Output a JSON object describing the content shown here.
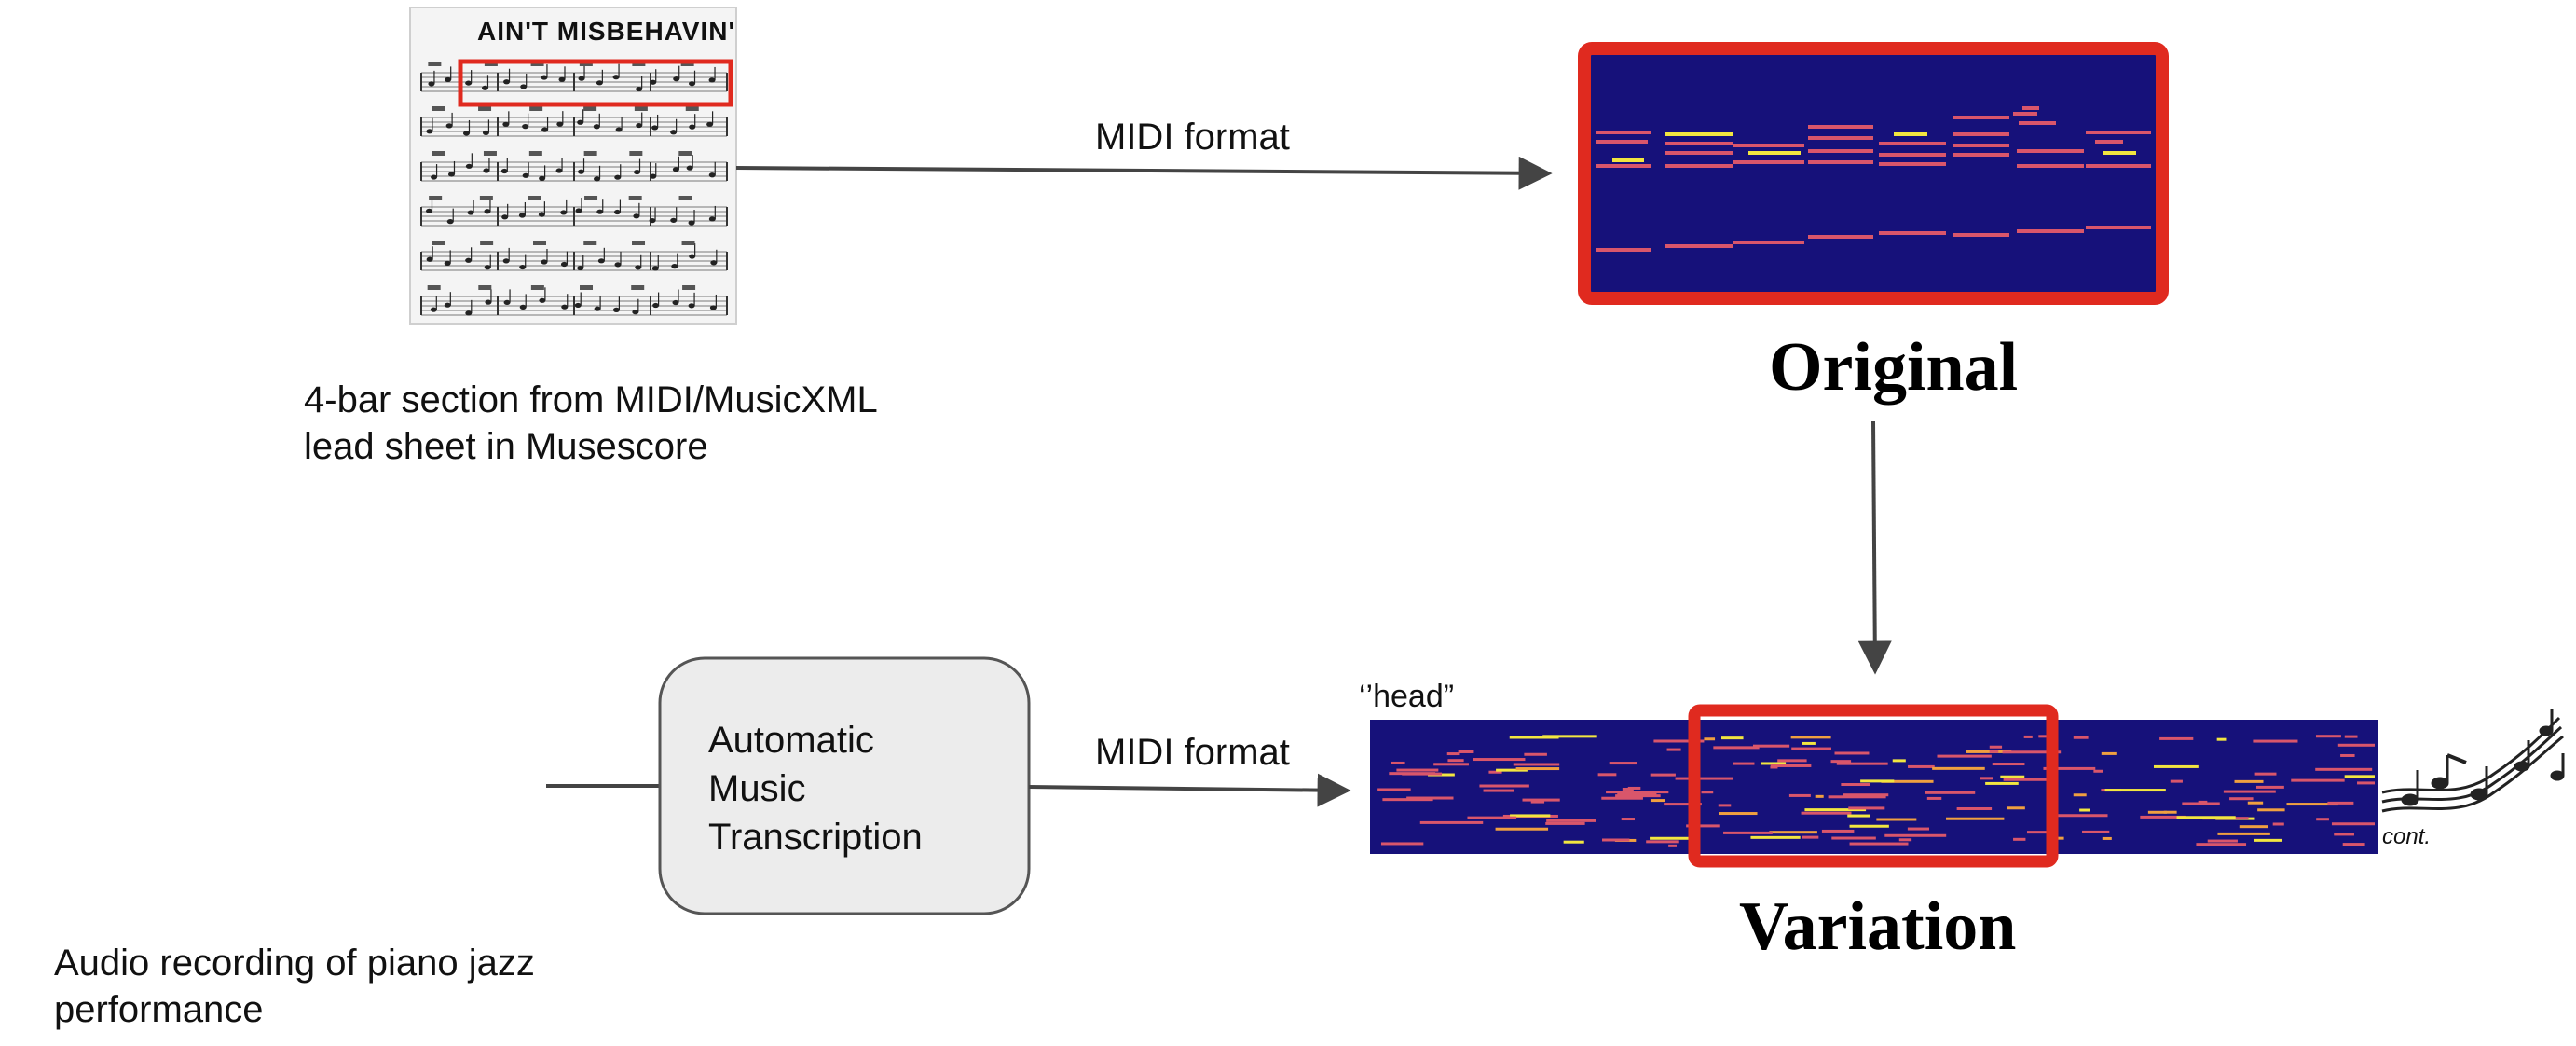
{
  "lead_sheet": {
    "title": "AIN'T MISBEHAVIN'",
    "caption_line1": "4-bar section from MIDI/MusicXML",
    "caption_line2": "lead sheet in Musescore"
  },
  "arrow_top": {
    "label": "MIDI format"
  },
  "original": {
    "label": "Original"
  },
  "audio": {
    "caption_line1": "Audio recording of piano jazz",
    "caption_line2": "performance"
  },
  "transcription_box": {
    "line1": "Automatic",
    "line2": "Music",
    "line3": "Transcription"
  },
  "arrow_bottom": {
    "label": "MIDI format"
  },
  "performance_roll": {
    "head_label": "‘’head”",
    "cont_label": "cont."
  },
  "variation": {
    "label": "Variation"
  },
  "colors": {
    "roll_background": "#16117a",
    "highlight_frame": "#e02a1f",
    "note_main": "#d9566b",
    "note_accent": "#f2e640",
    "note_orange": "#f0a040",
    "box_fill": "#ececec",
    "arrow": "#444444"
  },
  "icons": [
    "music-notes-icon"
  ]
}
